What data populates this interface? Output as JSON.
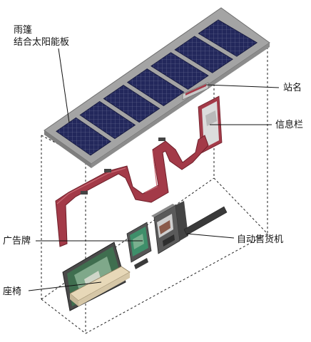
{
  "labels": {
    "canopy_line1": "雨篷",
    "canopy_line2": "结合太阳能板",
    "station_name": "站名",
    "info_board": "信息栏",
    "ad_board": "广告牌",
    "vending_machine": "自动售货机",
    "bench": "座椅"
  },
  "colors": {
    "solar_panel": "#23285c",
    "canopy_frame": "#9c9c9c",
    "ribbon": "#a33a48",
    "leader_line": "#111111",
    "guide_dashed": "#222222"
  },
  "solar_panel_count": 7
}
